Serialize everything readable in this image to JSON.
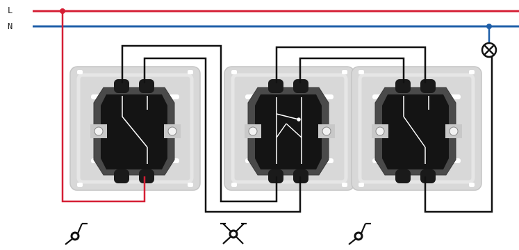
{
  "lines": {
    "l_label": "L",
    "n_label": "N",
    "l_color": "#d51f35",
    "n_color": "#1f5fa8"
  },
  "wire_color": "#111111",
  "devices": [
    {
      "name": "two-way-switch",
      "symbol": "two-way-switch-symbol-icon"
    },
    {
      "name": "intermediate-switch",
      "symbol": "intermediate-switch-symbol-icon"
    },
    {
      "name": "two-way-switch",
      "symbol": "two-way-switch-symbol-icon"
    }
  ],
  "load": {
    "symbol": "lamp-icon"
  }
}
